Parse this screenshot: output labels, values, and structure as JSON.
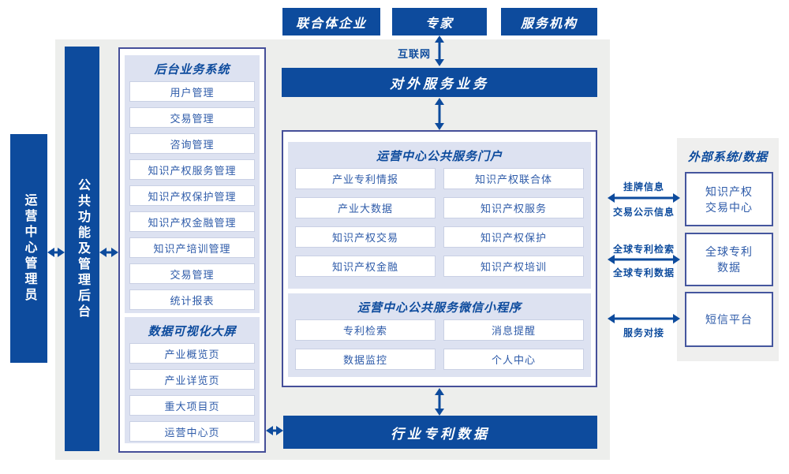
{
  "colors": {
    "blue": "#0d4b9d",
    "border": "#454f99",
    "panel": "#dde2f1",
    "panel-border": "#c9d0e4",
    "item-text": "#2e5ba9",
    "bg": "#edeeec",
    "ext-bg": "#efefee"
  },
  "actors": [
    "联合体企业",
    "专家",
    "服务机构"
  ],
  "labels": {
    "internet": "互联网"
  },
  "bars": {
    "external_service": "对外服务业务",
    "industry_patent_data": "行业专利数据",
    "operation_admin": "运营中心管理员",
    "common_functions": "公共功能及管理后台"
  },
  "backstage": {
    "title": "后台业务系统",
    "items": [
      "用户管理",
      "交易管理",
      "咨询管理",
      "知识产权服务管理",
      "知识产权保护管理",
      "知识产权金融管理",
      "知识产培训管理",
      "交易管理",
      "统计报表"
    ]
  },
  "dashboard": {
    "title": "数据可视化大屏",
    "items": [
      "产业概览页",
      "产业详览页",
      "重大项目页",
      "运营中心页"
    ]
  },
  "portal": {
    "title": "运营中心公共服务门户",
    "items": [
      "产业专利情报",
      "知识产权联合体",
      "产业大数据",
      "知识产权服务",
      "知识产权交易",
      "知识产权保护",
      "知识产权金融",
      "知识产权培训"
    ]
  },
  "miniprogram": {
    "title": "运营中心公共服务微信小程序",
    "items": [
      "专利检索",
      "消息提醒",
      "数据监控",
      "个人中心"
    ]
  },
  "external": {
    "title": "外部系统/数据",
    "boxes": [
      [
        "知识产权",
        "交易中心"
      ],
      [
        "全球专利",
        "数据"
      ],
      [
        "短信平台"
      ]
    ]
  },
  "links": {
    "listing_info": "挂牌信息",
    "trade_notice": "交易公示信息",
    "global_search": "全球专利检索",
    "global_data": "全球专利数据",
    "service_dock": "服务对接"
  }
}
